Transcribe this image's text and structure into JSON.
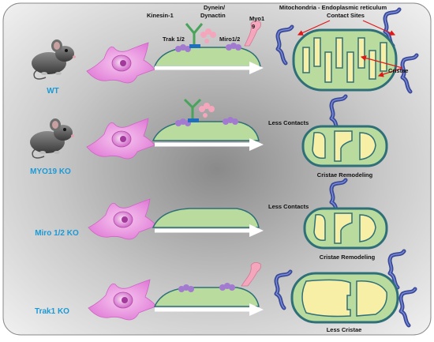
{
  "rows": [
    {
      "label": "WT"
    },
    {
      "label": "MYO19 KO"
    },
    {
      "label": "Miro 1/2 KO"
    },
    {
      "label": "Trak1 KO"
    }
  ],
  "proteins": {
    "kinesin": "Kinesin-1",
    "dynein_line1": "Dynein/",
    "dynein_line2": "Dynactin",
    "myo_line1": "Myo1",
    "myo_line2": "9",
    "trak": "Trak 1/2",
    "miro": "Miro1/2"
  },
  "annotations": {
    "contact_line1": "Mitochondria - Endoplasmic reticulum",
    "contact_line2": "Contact Sites",
    "cristae": "Cristae",
    "less_contacts_a": "Less Contacts",
    "less_contacts_b": "Less Contacts",
    "remodeling_a": "Cristae Remodeling",
    "remodeling_b": "Cristae Remodeling",
    "less_cristae": "Less Cristae"
  },
  "colors": {
    "row_label": "#1a9ad6",
    "cell": "#e07ad6",
    "mito_outer": "#2f6f78",
    "mito_fill": "#b9dc9e",
    "cristae": "#f7efa6",
    "er": "#3a4a9a",
    "kinesin": "#4aa35a",
    "myo": "#f4a6bd",
    "motor_adaptor": "#a27ad0",
    "arrow_red": "#e01818"
  }
}
